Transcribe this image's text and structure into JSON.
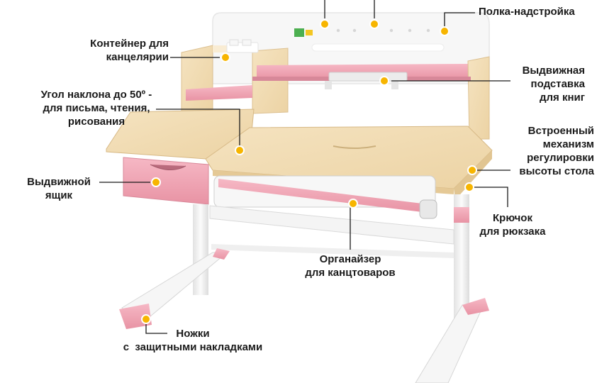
{
  "labels": {
    "shelf_top": [
      "Полка-надстройка"
    ],
    "stationery_container": [
      "Контейнер для",
      "канцелярии"
    ],
    "tilt_angle": [
      "Угол наклона до 50º -",
      "для письма, чтения,",
      "рисования"
    ],
    "drawer": [
      "Выдвижной",
      "ящик"
    ],
    "book_stand": [
      "Выдвижная",
      "подставка",
      "для книг"
    ],
    "height_mechanism": [
      "Встроенный",
      "механизм",
      "регулировки",
      "высоты стола"
    ],
    "backpack_hook": [
      "Крючок",
      "для рюкзака"
    ],
    "organizer": [
      "Органайзер",
      "для канцтоваров"
    ],
    "feet": [
      "Ножки",
      "с  защитными накладками"
    ]
  },
  "colors": {
    "wood": "#f1dcb4",
    "wood_dark": "#e3c28e",
    "pink": "#f2a9b8",
    "pink_dark": "#e58fa1",
    "frame": "#f3f3f3",
    "frame_shade": "#d9d9d9",
    "marker": "#f7b500",
    "marker_ring": "#e89a00",
    "text": "#1a1a1a"
  }
}
